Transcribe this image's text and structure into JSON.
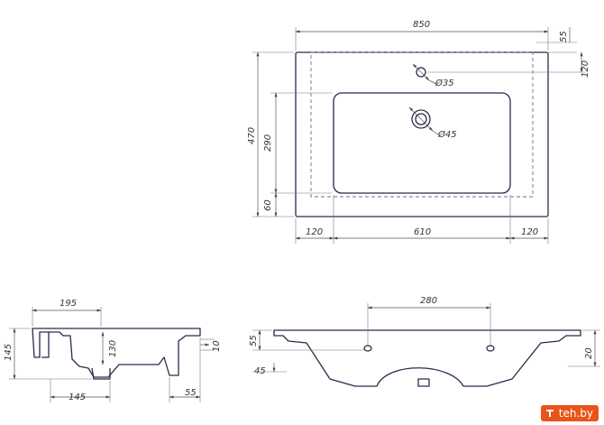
{
  "drawing": {
    "top_view": {
      "overall_width": "850",
      "overall_depth": "470",
      "bowl_depth": "290",
      "front_margin": "60",
      "left_margin": "120",
      "bowl_width": "610",
      "right_margin": "120",
      "top_offset": "55",
      "tap_hole_offset": "120",
      "tap_hole_diameter": "Ø35",
      "drain_diameter": "Ø45"
    },
    "side_view": {
      "top_width": "195",
      "height": "145",
      "bowl_height": "130",
      "lip_thickness": "10",
      "bottom_width": "145",
      "rear_depth": "55"
    },
    "front_view": {
      "bracket_spacing": "280",
      "bracket_height": "55",
      "bracket_offset": "45",
      "rim_height": "20"
    }
  },
  "watermark": {
    "text": "teh.by",
    "color": "#e8541a"
  }
}
